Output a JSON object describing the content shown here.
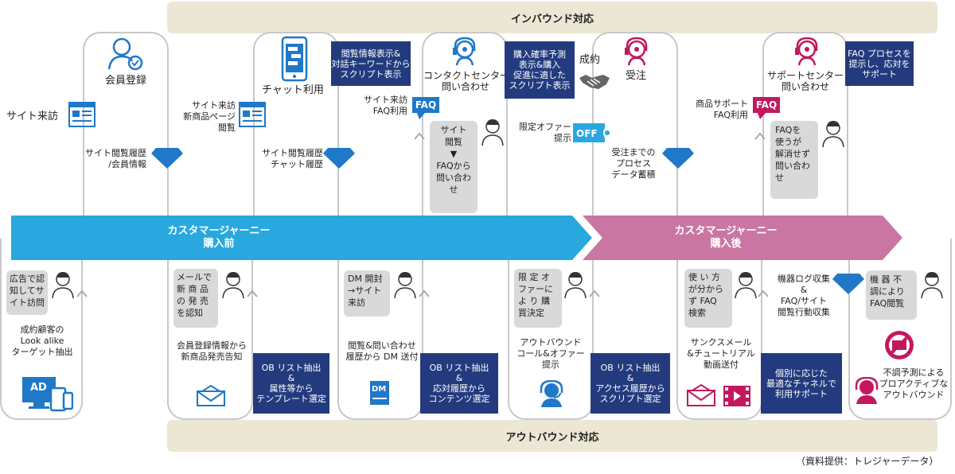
{
  "inbound_title": "インバウンド対応",
  "outbound_title": "アウトバウンド対応",
  "source_note": "（資料提供：トレジャーデータ）",
  "colors": {
    "band": "#ece7d4",
    "navy": "#233b7e",
    "blue_arrow": "#29a8df",
    "pink_arrow": "#c976a3",
    "accent_blue": "#1f78c8",
    "accent_pink": "#c3185f"
  },
  "journey": {
    "before_line1": "カスタマージャーニー",
    "before_line2": "購入前",
    "after_line1": "カスタマージャーニー",
    "after_line2": "購入後"
  },
  "top": {
    "site_visit": "サイト来訪",
    "member_reg": "会員登録",
    "site_history_1": "サイト閲覧履歴",
    "site_history_2": "/会員情報",
    "visit_new_1": "サイト来訪",
    "visit_new_2": "新商品ページ",
    "visit_new_3": "閲覧",
    "chat_use": "チャット利用",
    "chat_hist_1": "サイト閲覧履歴",
    "chat_hist_2": "チャット履歴",
    "script_box": [
      "閲覧情報表示&",
      "対話キーワードから",
      "スクリプト表示"
    ],
    "faq_use_1": "サイト来訪",
    "faq_use_2": "FAQ利用",
    "contact_1": "コンタクトセンター",
    "contact_2": "問い合わせ",
    "grey_site": [
      "サイト",
      "閲覧",
      "▼",
      "FAQから",
      "問い合わ",
      "せ"
    ],
    "rate_box": [
      "購入確率予測",
      "表示&購入",
      "促進に適した",
      "スクリプト表示"
    ],
    "deal": "成約",
    "order": "受注",
    "limited_1": "限定オファー",
    "limited_2": "提示",
    "order_proc": [
      "受注までの",
      "プロセス",
      "データ蓄積"
    ],
    "product_support_1": "商品サポート",
    "product_support_2": "FAQ利用",
    "support_center_1": "サポートセンター",
    "support_center_2": "問い合わせ",
    "grey_faq": [
      "FAQを",
      "使うが",
      "解消せず",
      "問い合わ",
      "せ"
    ],
    "faq_process": [
      "FAQ プロセスを",
      "提示し、応対を",
      "サポート"
    ],
    "faq_badge": "FAQ",
    "off_badge": "OFF"
  },
  "bottom": {
    "ad_grey": [
      "広告で認",
      "知してサ",
      "イト訪問"
    ],
    "lookalike": [
      "成約顧客の",
      "Look alike",
      "ターゲット抽出"
    ],
    "ad_icon": "AD",
    "mail_grey": [
      "メールで",
      "新 商 品",
      "の 発 売",
      "を認知"
    ],
    "mail_notice_1": "会員登録情報から",
    "mail_notice_2": "新商品発売告知",
    "ob1": [
      "OB リスト抽出",
      "&",
      "属性等から",
      "テンプレート選定"
    ],
    "dm_grey": [
      "DM 開封",
      "→サイト",
      "来訪"
    ],
    "dm_send_1": "閲覧&問い合わせ",
    "dm_send_2": "履歴から DM 送付",
    "dm_icon": "DM",
    "ob2": [
      "OB リスト抽出",
      "&",
      "応対履歴から",
      "コンテンツ選定"
    ],
    "offer_grey": [
      "限 定 オ",
      "ファーに",
      "よ り 購",
      "買決定"
    ],
    "outbound_call": [
      "アウトバウンド",
      "コール&オファー",
      "提示"
    ],
    "ob3": [
      "OB リスト抽出",
      "&",
      "アクセス履歴から",
      "スクリプト選定"
    ],
    "faq_search_grey": [
      "使 い 方",
      "が分から",
      "ず FAQ",
      "検索"
    ],
    "thanks_mail": [
      "サンクスメール",
      "&チュートリアル",
      "動画送付"
    ],
    "log_collect": [
      "機器ログ収集",
      "&",
      "FAQ/サイト",
      "閲覧行動収集"
    ],
    "individual": [
      "個別に応じた",
      "最適なチャネルで",
      "利用サポート"
    ],
    "device_grey": [
      "機 器 不",
      "調により",
      "FAQ閲覧"
    ],
    "proactive": [
      "不調予測による",
      "プロアクティブな",
      "アウトバウンド"
    ]
  }
}
